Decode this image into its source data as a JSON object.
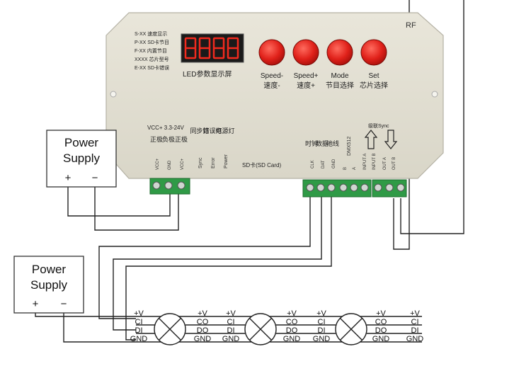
{
  "controller": {
    "rf_label": "RF",
    "legend": [
      "S-XX  速度显示",
      "P-XX  SD卡节目",
      "F-XX  内置节目",
      "XXXX  芯片型号",
      "E-XX  SD卡错误"
    ],
    "display_caption": "LED参数显示屏",
    "buttons": [
      {
        "top": "Speed-",
        "bottom": "速度-"
      },
      {
        "top": "Speed+",
        "bottom": "速度+"
      },
      {
        "top": "Mode",
        "bottom": "节目选择"
      },
      {
        "top": "Set",
        "bottom": "芯片选择"
      }
    ],
    "voltage_label": "VCC+ 3.3-24V",
    "power_terms": [
      {
        "cn": "正极",
        "en": "VCC+"
      },
      {
        "cn": "负极",
        "en": "GND"
      },
      {
        "cn": "正极",
        "en": "VCC+"
      }
    ],
    "indicators": [
      {
        "cn": "同步灯",
        "en": "Sync"
      },
      {
        "cn": "错误灯",
        "en": "Error"
      },
      {
        "cn": "电源灯",
        "en": "Power"
      }
    ],
    "sd_label": "SD卡(SD Card)",
    "data_terms": [
      {
        "cn": "时钟",
        "en": "CLK"
      },
      {
        "cn": "数据",
        "en": "DAT"
      },
      {
        "cn": "地线",
        "en": "GND"
      }
    ],
    "dmx_label": "DMX512",
    "dmx_terms": [
      "B",
      "A"
    ],
    "cascade_label": "级联Sync",
    "cascade_terms": [
      "INPUT A",
      "INPUT B",
      "OUT A",
      "OUT B"
    ]
  },
  "power_supply_1": {
    "title_line1": "Power",
    "title_line2": "Supply",
    "plus": "+",
    "minus": "−"
  },
  "power_supply_2": {
    "title_line1": "Power",
    "title_line2": "Supply",
    "plus": "+",
    "minus": "−"
  },
  "led_labels": {
    "in": [
      "+V",
      "CI",
      "DI",
      "GND"
    ],
    "out": [
      "+V",
      "CO",
      "DO",
      "GND"
    ]
  }
}
